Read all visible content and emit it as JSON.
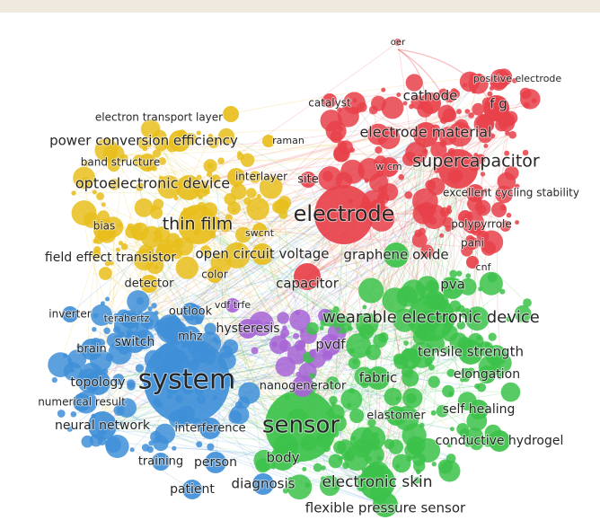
{
  "clusters": [
    {
      "name": "red",
      "color": "#e8414a"
    },
    {
      "name": "yellow",
      "color": "#e8be1c"
    },
    {
      "name": "blue",
      "color": "#3f8fd8"
    },
    {
      "name": "green",
      "color": "#3cc24a"
    },
    {
      "name": "purple",
      "color": "#a764d6"
    }
  ],
  "terms": [
    {
      "id": "oer",
      "text": "oer",
      "cluster": "red"
    },
    {
      "id": "positive-electrode",
      "text": "positive electrode",
      "cluster": "red"
    },
    {
      "id": "catalyst",
      "text": "catalyst",
      "cluster": "red"
    },
    {
      "id": "cathode",
      "text": "cathode",
      "cluster": "red"
    },
    {
      "id": "f-g",
      "text": "f g",
      "cluster": "red"
    },
    {
      "id": "electrode-material",
      "text": "electrode material",
      "cluster": "red"
    },
    {
      "id": "w-cm",
      "text": "w cm",
      "cluster": "red"
    },
    {
      "id": "supercapacitor",
      "text": "supercapacitor",
      "cluster": "red"
    },
    {
      "id": "excellent-cycling-stability",
      "text": "excellent cycling stability",
      "cluster": "red"
    },
    {
      "id": "electrode",
      "text": "electrode",
      "cluster": "red"
    },
    {
      "id": "polypyrrole",
      "text": "polypyrrole",
      "cluster": "red"
    },
    {
      "id": "pani",
      "text": "pani",
      "cluster": "red"
    },
    {
      "id": "cnf",
      "text": "cnf",
      "cluster": "red"
    },
    {
      "id": "capacitor",
      "text": "capacitor",
      "cluster": "red"
    },
    {
      "id": "site",
      "text": "site",
      "cluster": "red"
    },
    {
      "id": "electron-transport-layer",
      "text": "electron transport layer",
      "cluster": "yellow"
    },
    {
      "id": "raman",
      "text": "raman",
      "cluster": "yellow"
    },
    {
      "id": "power-conversion-efficiency",
      "text": "power conversion efficiency",
      "cluster": "yellow"
    },
    {
      "id": "band-structure",
      "text": "band structure",
      "cluster": "yellow"
    },
    {
      "id": "interlayer",
      "text": "interlayer",
      "cluster": "yellow"
    },
    {
      "id": "optoelectronic-device",
      "text": "optoelectronic device",
      "cluster": "yellow"
    },
    {
      "id": "thin-film",
      "text": "thin film",
      "cluster": "yellow"
    },
    {
      "id": "bias",
      "text": "bias",
      "cluster": "yellow"
    },
    {
      "id": "swcnt",
      "text": "swcnt",
      "cluster": "yellow"
    },
    {
      "id": "open-circuit-voltage",
      "text": "open circuit voltage",
      "cluster": "yellow"
    },
    {
      "id": "field-effect-transistor",
      "text": "field effect transistor",
      "cluster": "yellow"
    },
    {
      "id": "color",
      "text": "color",
      "cluster": "yellow"
    },
    {
      "id": "detector",
      "text": "detector",
      "cluster": "yellow"
    },
    {
      "id": "graphene-oxide",
      "text": "graphene oxide",
      "cluster": "green"
    },
    {
      "id": "pva",
      "text": "pva",
      "cluster": "green"
    },
    {
      "id": "wearable-electronic-device",
      "text": "wearable electronic device",
      "cluster": "green"
    },
    {
      "id": "tensile-strength",
      "text": "tensile strength",
      "cluster": "green"
    },
    {
      "id": "elongation",
      "text": "elongation",
      "cluster": "green"
    },
    {
      "id": "fabric",
      "text": "fabric",
      "cluster": "green"
    },
    {
      "id": "self-healing",
      "text": "self healing",
      "cluster": "green"
    },
    {
      "id": "elastomer",
      "text": "elastomer",
      "cluster": "green"
    },
    {
      "id": "conductive-hydrogel",
      "text": "conductive hydrogel",
      "cluster": "green"
    },
    {
      "id": "sensor",
      "text": "sensor",
      "cluster": "green"
    },
    {
      "id": "body",
      "text": "body",
      "cluster": "green"
    },
    {
      "id": "electronic-skin",
      "text": "electronic skin",
      "cluster": "green"
    },
    {
      "id": "flexible-pressure-sensor",
      "text": "flexible pressure sensor",
      "cluster": "green"
    },
    {
      "id": "pvdf",
      "text": "pvdf",
      "cluster": "purple"
    },
    {
      "id": "nanogenerator",
      "text": "nanogenerator",
      "cluster": "purple"
    },
    {
      "id": "hysteresis",
      "text": "hysteresis",
      "cluster": "purple"
    },
    {
      "id": "vdf-trfe",
      "text": "vdf trfe",
      "cluster": "purple"
    },
    {
      "id": "inverter",
      "text": "inverter",
      "cluster": "blue"
    },
    {
      "id": "terahertz",
      "text": "terahertz",
      "cluster": "blue"
    },
    {
      "id": "outlook",
      "text": "outlook",
      "cluster": "blue"
    },
    {
      "id": "switch",
      "text": "switch",
      "cluster": "blue"
    },
    {
      "id": "mhz",
      "text": "mhz",
      "cluster": "blue"
    },
    {
      "id": "brain",
      "text": "brain",
      "cluster": "blue"
    },
    {
      "id": "system",
      "text": "system",
      "cluster": "blue"
    },
    {
      "id": "topology",
      "text": "topology",
      "cluster": "blue"
    },
    {
      "id": "numerical-result",
      "text": "numerical result",
      "cluster": "blue"
    },
    {
      "id": "neural-network",
      "text": "neural network",
      "cluster": "blue"
    },
    {
      "id": "interference",
      "text": "interference",
      "cluster": "blue"
    },
    {
      "id": "training",
      "text": "training",
      "cluster": "blue"
    },
    {
      "id": "person",
      "text": "person",
      "cluster": "blue"
    },
    {
      "id": "diagnosis",
      "text": "diagnosis",
      "cluster": "blue"
    },
    {
      "id": "patient",
      "text": "patient",
      "cluster": "blue"
    }
  ]
}
